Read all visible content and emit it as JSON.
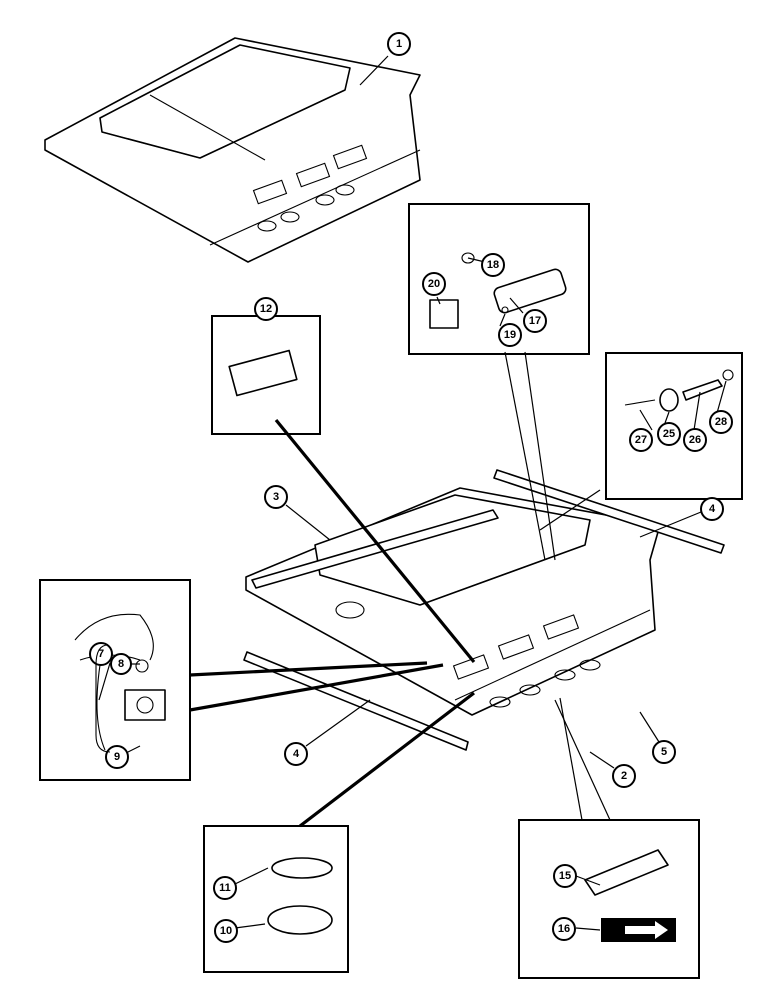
{
  "callouts": [
    {
      "id": "c1",
      "label": "1"
    },
    {
      "id": "c2",
      "label": "2"
    },
    {
      "id": "c3",
      "label": "3"
    },
    {
      "id": "c4a",
      "label": "4"
    },
    {
      "id": "c4b",
      "label": "4"
    },
    {
      "id": "c5",
      "label": "5"
    },
    {
      "id": "c7",
      "label": "7"
    },
    {
      "id": "c8",
      "label": "8"
    },
    {
      "id": "c9",
      "label": "9"
    },
    {
      "id": "c10",
      "label": "10"
    },
    {
      "id": "c11",
      "label": "11"
    },
    {
      "id": "c12",
      "label": "12"
    },
    {
      "id": "c15",
      "label": "15"
    },
    {
      "id": "c16",
      "label": "16"
    },
    {
      "id": "c17",
      "label": "17"
    },
    {
      "id": "c18",
      "label": "18"
    },
    {
      "id": "c19",
      "label": "19"
    },
    {
      "id": "c20",
      "label": "20"
    },
    {
      "id": "c25",
      "label": "25"
    },
    {
      "id": "c26",
      "label": "26"
    },
    {
      "id": "c27",
      "label": "27"
    },
    {
      "id": "c28",
      "label": "28"
    }
  ],
  "colors": {
    "ink": "#000000",
    "paper": "#ffffff"
  }
}
